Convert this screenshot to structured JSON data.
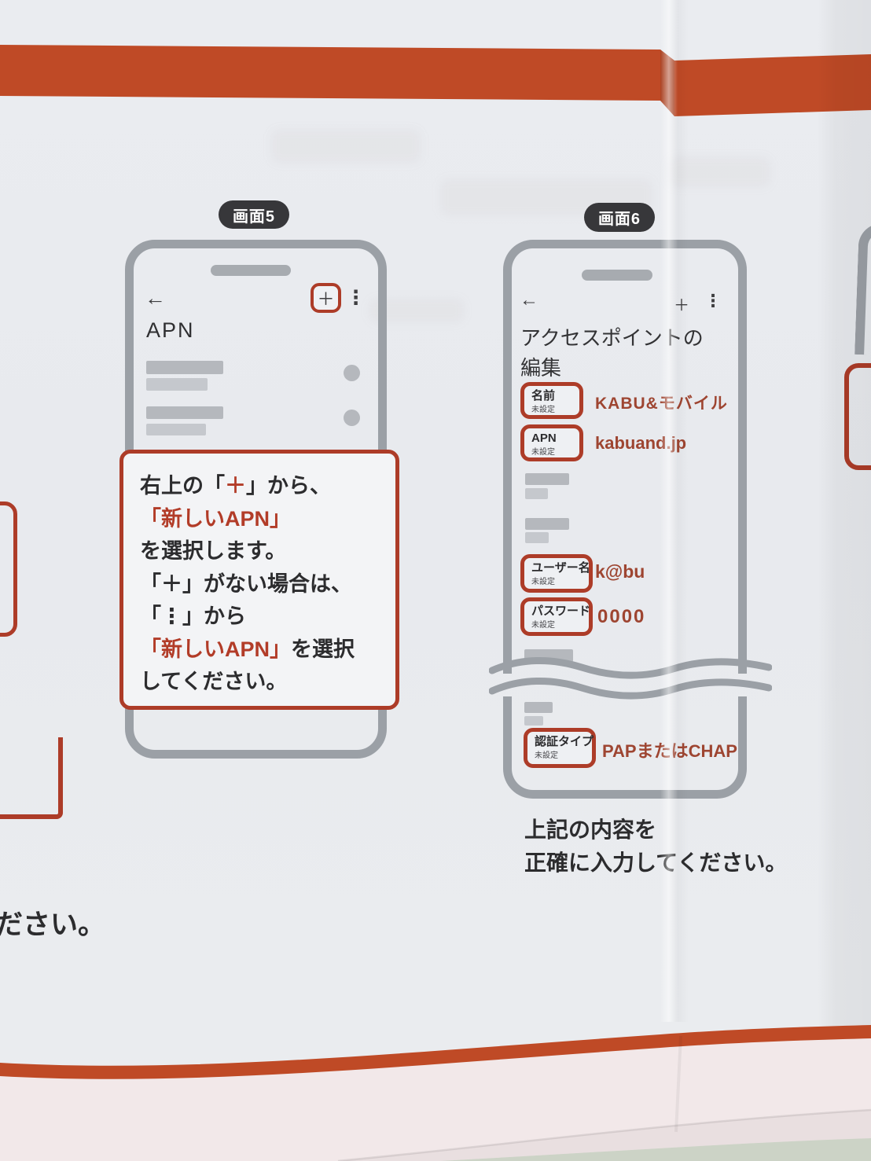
{
  "colors": {
    "banner-red": "#bf4a26",
    "box-red": "#ad3c28",
    "text-red": "#b23c28",
    "value-red": "#9e4531",
    "ink": "#2c2c2e",
    "icon-gray": "#3e3e40",
    "phone-gray": "#9ba0a6",
    "bar-dark": "#b5b8bd",
    "bar-light": "#c5c8cd",
    "badge-bg": "#37373a",
    "callout-bg": "#f3f4f6",
    "pink-band": "#f2e8e9",
    "surface-green": "#ccd3c6"
  },
  "screen5": {
    "badge": "画面5",
    "phone": {
      "back_icon": "←",
      "plus_icon": "＋",
      "menu_icon": "⋮",
      "title": "APN"
    },
    "callout": {
      "l1": [
        "右上の「",
        "＋",
        "」から、"
      ],
      "l2": "「新しいAPN」",
      "l3": "を選択します。",
      "l4": "「＋」がない場合は、",
      "l5": "「⋮」から",
      "l6": [
        "「新しいAPN」",
        "を選択"
      ],
      "l7": "してください。"
    }
  },
  "screen6": {
    "badge": "画面6",
    "phone": {
      "back_icon": "←",
      "plus_icon": "＋",
      "menu_icon": "⋮",
      "title_line1": "アクセスポイントの",
      "title_line2": "編集"
    },
    "fields": [
      {
        "label": "名前",
        "status": "未設定",
        "value": "KABU&モバイル"
      },
      {
        "label": "APN",
        "status": "未設定",
        "value": "kabuand.jp"
      },
      {
        "label": "ユーザー名",
        "status": "未設定",
        "value": "k@bu"
      },
      {
        "label": "パスワード",
        "status": "未設定",
        "value": "0000"
      },
      {
        "label": "認証タイプ",
        "status": "未設定",
        "value": "PAPまたはCHAP"
      }
    ],
    "note_line1": "上記の内容を",
    "note_line2": "正確に入力してください。"
  },
  "partials": {
    "bottom_left_text": "ださい。"
  }
}
